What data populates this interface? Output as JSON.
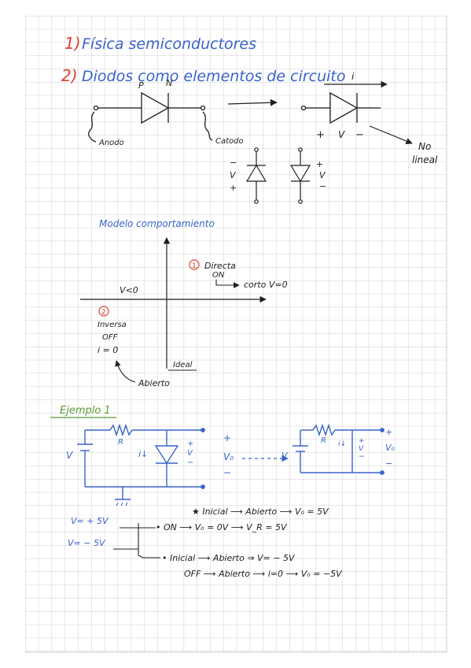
{
  "header": {
    "item1_num": "1)",
    "item1_text": "Física semiconductores",
    "item2_num": "2)",
    "item2_text": "Diodos como elementos de circuito"
  },
  "diode_section": {
    "p_label": "P",
    "n_label": "N",
    "anodo_label": "Anodo",
    "catodo_label": "Catodo",
    "current_label": "i",
    "plus_label": "+",
    "v_label": "V",
    "minus_label": "−",
    "no_lineal_1": "No",
    "no_lineal_2": "lineal",
    "left_minus": "−",
    "left_v": "V",
    "left_plus": "+",
    "right_plus": "+",
    "right_v": "V",
    "right_minus": "−"
  },
  "model": {
    "title": "Modelo comportamiento",
    "q1_num": "1",
    "q1_title": "Directa",
    "q1_on": "ON",
    "q1_result": "corto V=0",
    "vlt0": "V<0",
    "q2_num": "2",
    "q2_title": "Inversa",
    "q2_off": "OFF",
    "q2_i": "i = 0",
    "ideal": "Ideal",
    "abierto": "Abierto"
  },
  "example": {
    "title": "Ejemplo 1",
    "v_source": "V",
    "r_label": "R",
    "i_label": "i↓",
    "diode_plus": "+",
    "diode_v": "V",
    "diode_minus": "−",
    "out_plus": "+",
    "out_v": "V₀",
    "out_minus": "−",
    "eq_v_source": "V",
    "eq_r_label": "R",
    "eq_i_label": "i↓",
    "eq_diode_plus": "+",
    "eq_diode_v": "V",
    "eq_diode_minus": "−",
    "eq_out_plus": "+",
    "eq_out_v": "V₀",
    "eq_out_minus": "−"
  },
  "analysis": {
    "line1": "★ Inicial ⟶ Abierto ⟶ V₀ = 5V",
    "vpos": "V= + 5V",
    "on_line": "• ON ⟶ V₀ = 0V ⟶ V_R = 5V",
    "vneg": "V= − 5V",
    "inicial2": "• Inicial ⟶ Abierto ⇒ V= − 5V",
    "off_line": "OFF ⟶ Abierto ⟶ i=0 ⟶ V₀ = −5V"
  },
  "colors": {
    "grid": "#cfcfcf",
    "ink_blue": "#3a63c9",
    "ink_dark": "#1f1f1f",
    "ink_red": "#d9432f",
    "ink_green": "#5b9a3a"
  }
}
